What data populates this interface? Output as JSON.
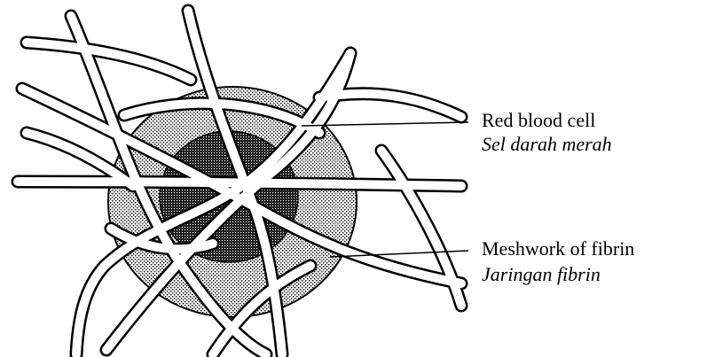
{
  "labels": {
    "red_blood_cell": {
      "english": "Red blood cell",
      "malay": "Sel darah merah"
    },
    "fibrin_mesh": {
      "english": "Meshwork of fibrin",
      "malay": "Jaringan fibrin"
    }
  },
  "colors": {
    "ink": "#000000",
    "background": "#ffffff"
  }
}
